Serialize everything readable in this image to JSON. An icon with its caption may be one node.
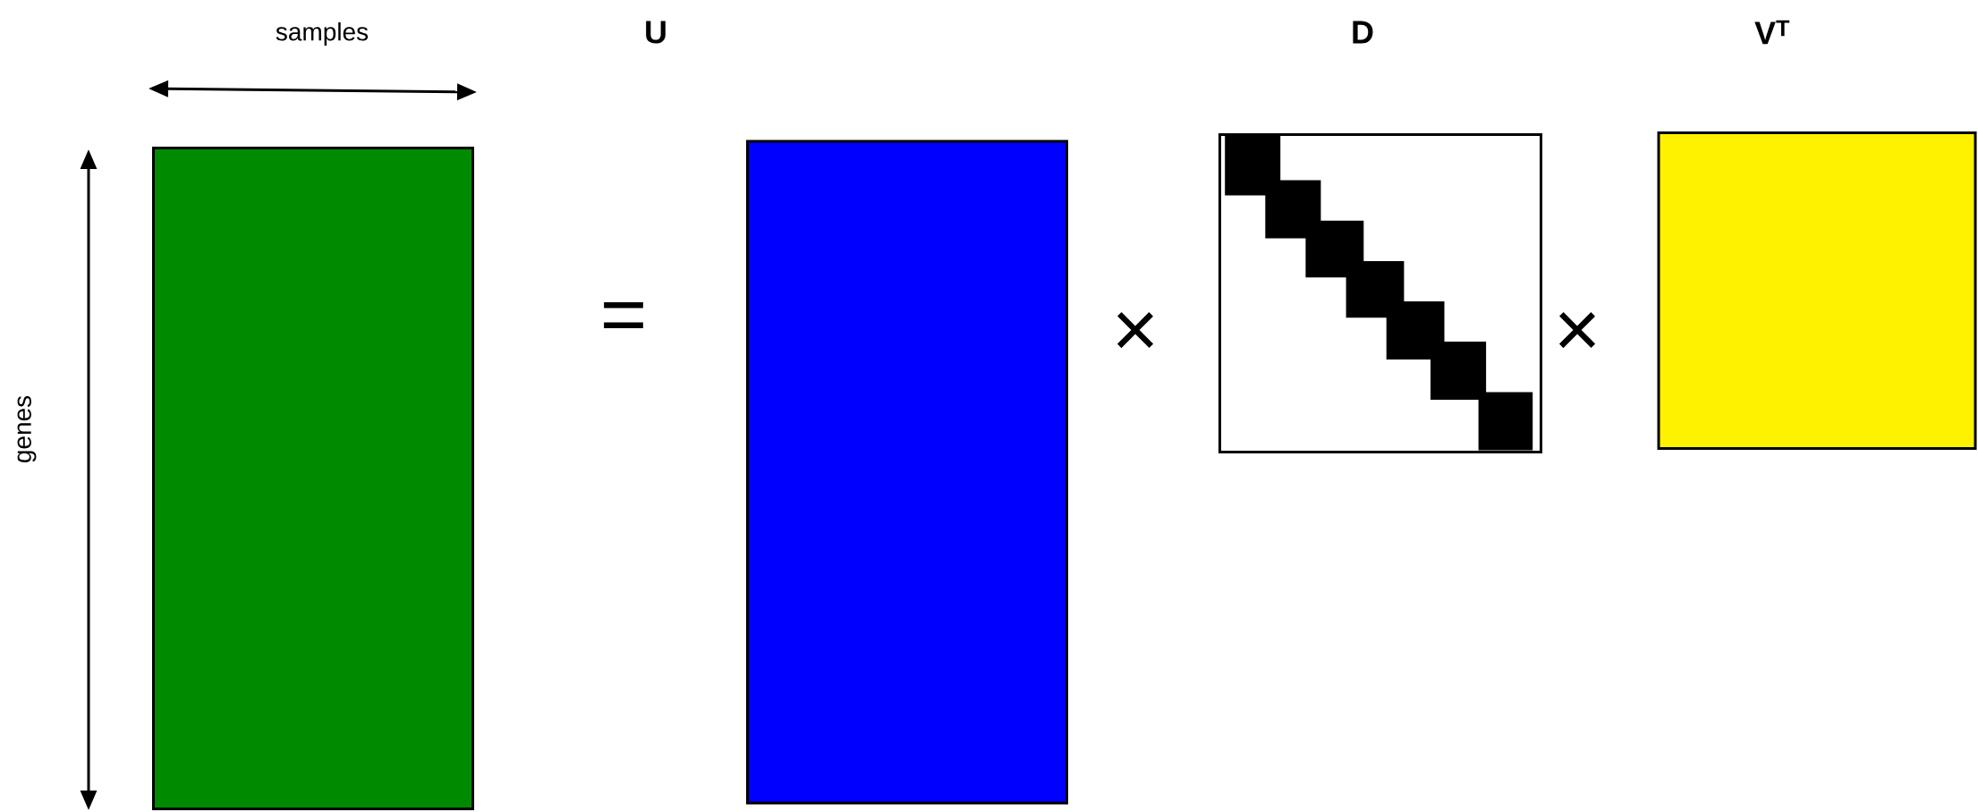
{
  "diagram": {
    "nodes": [
      {
        "text": [],
        "shape": "box"
      },
      {
        "text": [
          "U"
        ]
      },
      {
        "text": [
          "D"
        ]
      },
      {
        "text": [
          "V$^{T}$"
        ]
      }
    ],
    "labels": [
      "samples",
      "genes",
      "=",
      "×",
      "×"
    ]
  }
}
